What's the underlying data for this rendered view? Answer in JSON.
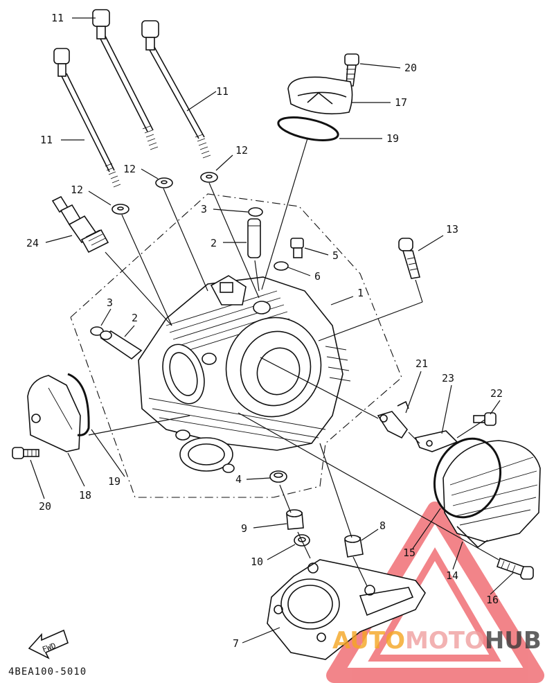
{
  "diagram_code": "4BEA100-5010",
  "fwd_label": "FWD",
  "watermark": {
    "part1": "AUTO",
    "part2": "MOTO",
    "part3": "HUB",
    "color1": "#f5a623",
    "color2": "#f0a0a0",
    "color3": "#3a3a3a",
    "triangle_color": "#e8202a"
  },
  "callouts": [
    {
      "id": "c11a",
      "text": "11"
    },
    {
      "id": "c11b",
      "text": "11"
    },
    {
      "id": "c11c",
      "text": "11"
    },
    {
      "id": "c20a",
      "text": "20"
    },
    {
      "id": "c17",
      "text": "17"
    },
    {
      "id": "c19a",
      "text": "19"
    },
    {
      "id": "c12a",
      "text": "12"
    },
    {
      "id": "c12b",
      "text": "12"
    },
    {
      "id": "c12c",
      "text": "12"
    },
    {
      "id": "c3a",
      "text": "3"
    },
    {
      "id": "c2a",
      "text": "2"
    },
    {
      "id": "c24",
      "text": "24"
    },
    {
      "id": "c5",
      "text": "5"
    },
    {
      "id": "c6",
      "text": "6"
    },
    {
      "id": "c13",
      "text": "13"
    },
    {
      "id": "c1",
      "text": "1"
    },
    {
      "id": "c3b",
      "text": "3"
    },
    {
      "id": "c2b",
      "text": "2"
    },
    {
      "id": "c21",
      "text": "21"
    },
    {
      "id": "c23",
      "text": "23"
    },
    {
      "id": "c22",
      "text": "22"
    },
    {
      "id": "c4",
      "text": "4"
    },
    {
      "id": "c19b",
      "text": "19"
    },
    {
      "id": "c18",
      "text": "18"
    },
    {
      "id": "c20b",
      "text": "20"
    },
    {
      "id": "c9",
      "text": "9"
    },
    {
      "id": "c8",
      "text": "8"
    },
    {
      "id": "c10",
      "text": "10"
    },
    {
      "id": "c15",
      "text": "15"
    },
    {
      "id": "c14",
      "text": "14"
    },
    {
      "id": "c16",
      "text": "16"
    },
    {
      "id": "c7",
      "text": "7"
    }
  ]
}
